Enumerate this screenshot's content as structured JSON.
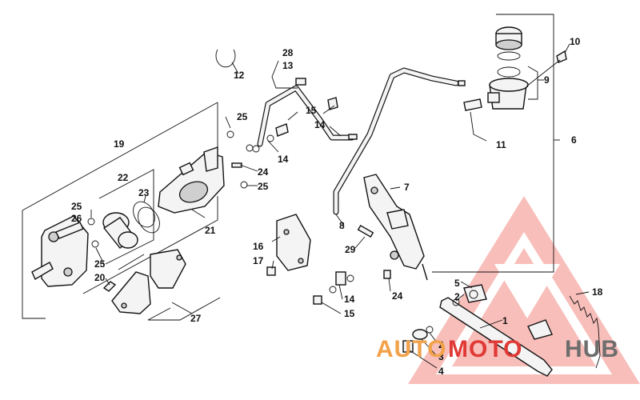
{
  "diagram": {
    "callouts": [
      {
        "id": "c1",
        "text": "1"
      },
      {
        "id": "c2a",
        "text": "2"
      },
      {
        "id": "c2b",
        "text": "2"
      },
      {
        "id": "c3",
        "text": "3"
      },
      {
        "id": "c4",
        "text": "4"
      },
      {
        "id": "c5",
        "text": "5"
      },
      {
        "id": "c6",
        "text": "6"
      },
      {
        "id": "c7",
        "text": "7"
      },
      {
        "id": "c8",
        "text": "8"
      },
      {
        "id": "c9",
        "text": "9"
      },
      {
        "id": "c10",
        "text": "10"
      },
      {
        "id": "c11",
        "text": "11"
      },
      {
        "id": "c12",
        "text": "12"
      },
      {
        "id": "c13",
        "text": "13"
      },
      {
        "id": "c14a",
        "text": "14"
      },
      {
        "id": "c14b",
        "text": "14"
      },
      {
        "id": "c14c",
        "text": "14"
      },
      {
        "id": "c15a",
        "text": "15"
      },
      {
        "id": "c15b",
        "text": "15"
      },
      {
        "id": "c16",
        "text": "16"
      },
      {
        "id": "c17",
        "text": "17"
      },
      {
        "id": "c18",
        "text": "18"
      },
      {
        "id": "c19",
        "text": "19"
      },
      {
        "id": "c20",
        "text": "20"
      },
      {
        "id": "c21",
        "text": "21"
      },
      {
        "id": "c22",
        "text": "22"
      },
      {
        "id": "c23",
        "text": "23"
      },
      {
        "id": "c24a",
        "text": "24"
      },
      {
        "id": "c24b",
        "text": "24"
      },
      {
        "id": "c25a",
        "text": "25"
      },
      {
        "id": "c25b",
        "text": "25"
      },
      {
        "id": "c25c",
        "text": "25"
      },
      {
        "id": "c25d",
        "text": "25"
      },
      {
        "id": "c26",
        "text": "26"
      },
      {
        "id": "c27",
        "text": "27"
      },
      {
        "id": "c28",
        "text": "28"
      },
      {
        "id": "c29",
        "text": "29"
      }
    ]
  },
  "watermark": {
    "text_prefix": "AUTO",
    "text_middle": "MOTO",
    "text_suffix": "HUB",
    "colors": {
      "orange": "#f2a24a",
      "red": "#e03a36",
      "gray": "#6d6d6d",
      "triangle_fill": "#f6a9a3"
    }
  }
}
